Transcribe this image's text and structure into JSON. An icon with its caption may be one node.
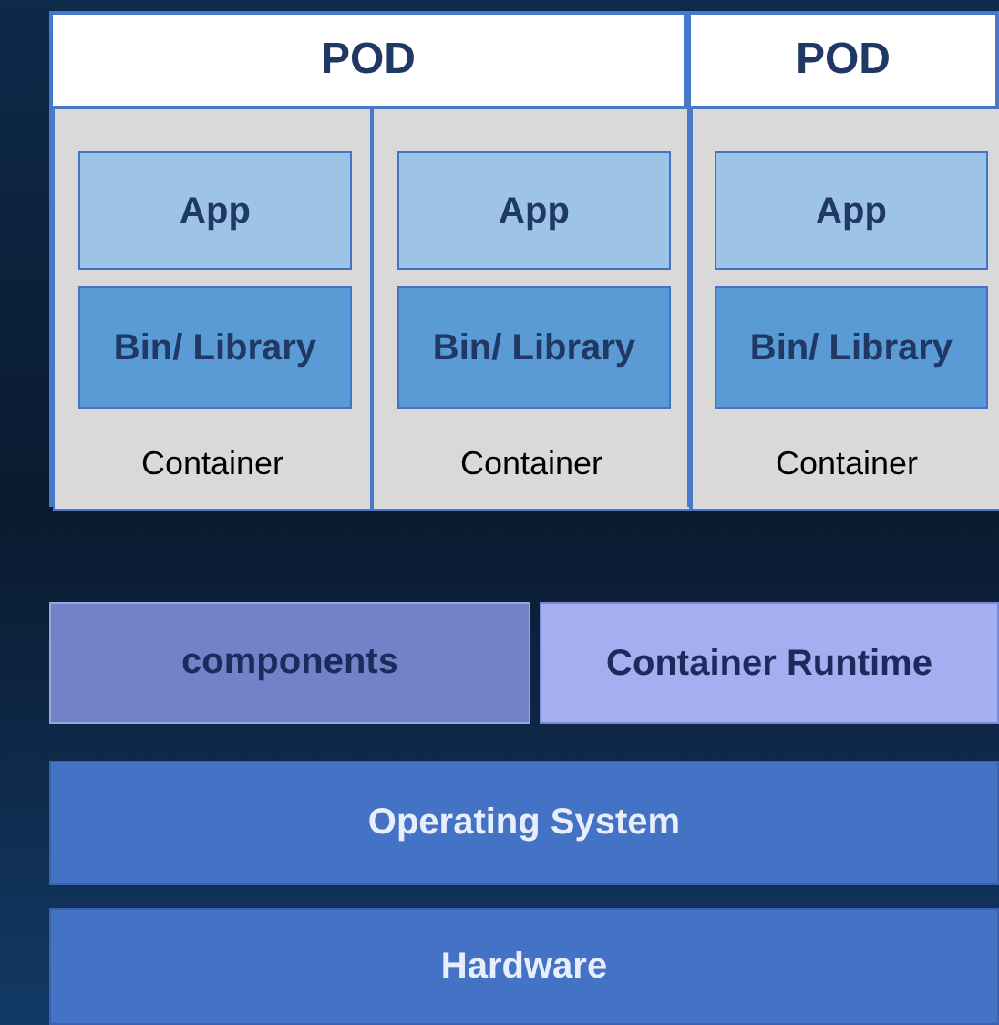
{
  "diagram": {
    "nodes": [
      {
        "text": [
          "POD"
        ]
      },
      {
        "text": [
          "Container"
        ],
        "in": 0
      },
      {
        "text": [
          "App"
        ],
        "in": 1
      },
      {
        "text": [
          "Bin/ Library"
        ],
        "in": 1
      },
      {
        "text": [
          "Container"
        ],
        "in": 0
      },
      {
        "text": [
          "App"
        ],
        "in": 4
      },
      {
        "text": [
          "Bin/ Library"
        ],
        "in": 4
      },
      {
        "text": [
          "POD"
        ]
      },
      {
        "text": [
          "Container"
        ],
        "in": 7
      },
      {
        "text": [
          "App"
        ],
        "in": 8
      },
      {
        "text": [
          "Bin/ Library"
        ],
        "in": 8
      },
      {
        "text": [
          "components"
        ]
      },
      {
        "text": [
          "Container Runtime"
        ]
      },
      {
        "text": [
          "Operating System"
        ]
      },
      {
        "text": [
          "Hardware"
        ]
      }
    ]
  }
}
